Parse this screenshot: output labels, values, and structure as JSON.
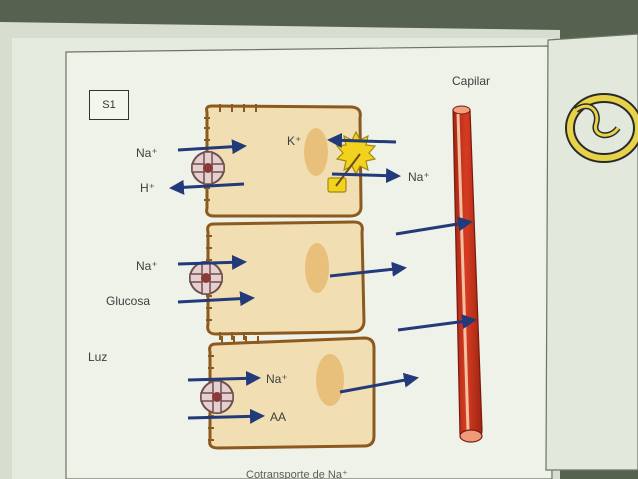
{
  "figure": {
    "section_label": "S1",
    "vessel_label": "Capilar",
    "lumen_label": "Luz",
    "cells": [
      {
        "transporter_labels": [
          "Na⁺",
          "H⁺"
        ],
        "pump_labels": [
          "K⁺",
          "Na⁺"
        ]
      },
      {
        "transporter_labels": [
          "Na⁺",
          "Glucosa"
        ]
      },
      {
        "transporter_labels": [
          "Na⁺",
          "AA"
        ]
      }
    ],
    "cut_caption": "Cotransporte de Na⁺"
  },
  "colors": {
    "page": "#e9eee2",
    "cell_fill": "#f1dfb3",
    "cell_border": "#8c5a1e",
    "nucleus": "#e8c07c",
    "arrow": "#233a7a",
    "transporter": "#e6cfcf",
    "pump": "#f2d21c",
    "capillary": "#c9331e",
    "capillary_highlight": "#f3c7a0"
  }
}
